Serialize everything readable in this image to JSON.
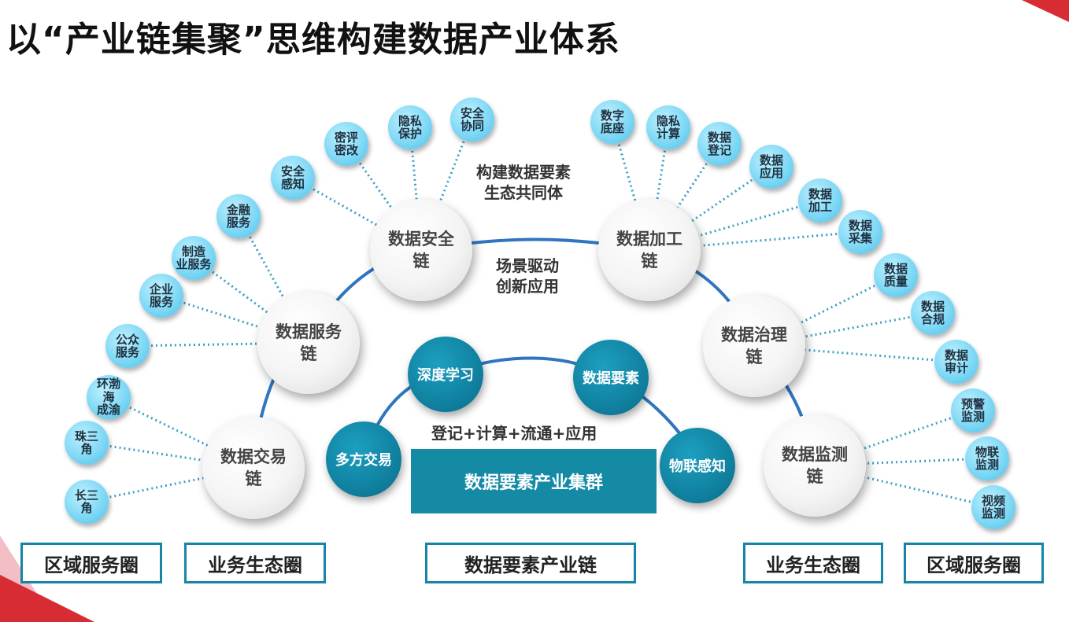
{
  "title": "以“产业链集聚”思维构建数据产业体系",
  "colors": {
    "accent_red": "#d72c33",
    "teal": "#148aa5",
    "light_blue": "#7ad6f4",
    "arc_blue": "#2f75c0"
  },
  "annotations": {
    "ecosystem": "构建数据要素\n生态共同体",
    "scenario": "场景驱动\n创新应用",
    "flow": "登记+计算+流通+应用"
  },
  "chains": {
    "security": "数据安全\n链",
    "processing": "数据加工\n链",
    "service": "数据服务\n链",
    "governance": "数据治理\n链",
    "trade": "数据交易\n链",
    "monitor": "数据监测\n链"
  },
  "core": {
    "deep_learning": "深度学习",
    "data_element": "数据要素",
    "multi_trade": "多方交易",
    "iot": "物联感知",
    "cluster": "数据要素产业集群"
  },
  "satellites": {
    "security": [
      "安全\n感知",
      "密评\n密改",
      "隐私\n保护",
      "安全\n协同"
    ],
    "processing": [
      "数字\n底座",
      "隐私\n计算",
      "数据\n登记",
      "数据\n应用",
      "数据\n加工",
      "数据\n采集"
    ],
    "service": [
      "金融\n服务",
      "制造\n业服务",
      "企业\n服务",
      "公众\n服务"
    ],
    "governance": [
      "数据\n质量",
      "数据\n合规",
      "数据\n审计"
    ],
    "trade": [
      "环渤\n海\n成渝",
      "珠三\n角",
      "长三\n角"
    ],
    "monitor": [
      "预警\n监测",
      "物联\n监测",
      "视频\n监测"
    ]
  },
  "labels": {
    "region_left": "区域服务圈",
    "biz_left": "业务生态圈",
    "chain": "数据要素产业链",
    "biz_right": "业务生态圈",
    "region_right": "区域服务圈"
  }
}
